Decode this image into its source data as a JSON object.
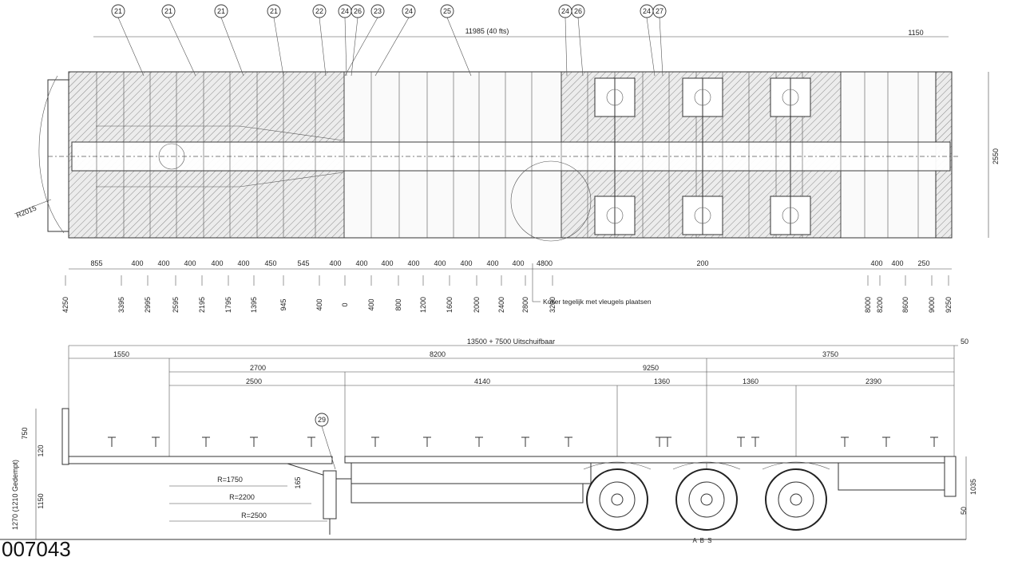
{
  "doc_number": "007043",
  "top_view": {
    "callouts": [
      "21",
      "21",
      "21",
      "21",
      "22",
      "24",
      "26",
      "23",
      "24",
      "25",
      "24",
      "26",
      "24",
      "27"
    ],
    "overall_label": "11985 (40 fts)",
    "right_label": "1150",
    "height_label": "2550",
    "radius_label": "R2015",
    "spacings": [
      "855",
      "400",
      "400",
      "400",
      "400",
      "400",
      "450",
      "545",
      "400",
      "400",
      "400",
      "400",
      "400",
      "400",
      "400",
      "400",
      "4800",
      "200",
      "400",
      "400",
      "250"
    ],
    "stations": [
      "4250",
      "3395",
      "2995",
      "2595",
      "2195",
      "1795",
      "1395",
      "945",
      "400",
      "0",
      "400",
      "800",
      "1200",
      "1600",
      "2000",
      "2400",
      "2800",
      "3200",
      "8000",
      "8200",
      "8600",
      "9000",
      "9250"
    ],
    "note": "Koker tegelijk met vleugels plaatsen"
  },
  "side_view": {
    "overall_label": "13500 + 7500 Uitschuifbaar",
    "right_offset": "50",
    "row1": [
      "1550",
      "8200",
      "3750"
    ],
    "row2": [
      "2700",
      "9250"
    ],
    "row3": [
      "2500",
      "4140",
      "1360",
      "1360",
      "2390"
    ],
    "left_dims": [
      "750",
      "120",
      "1150",
      "1270 (1210 Gedempt)"
    ],
    "radii": [
      "R=1750",
      "R=2200",
      "R=2500"
    ],
    "callout": "29",
    "gap_label": "165",
    "right_dims": [
      "1035",
      "50"
    ],
    "abs_label": "A B S"
  }
}
